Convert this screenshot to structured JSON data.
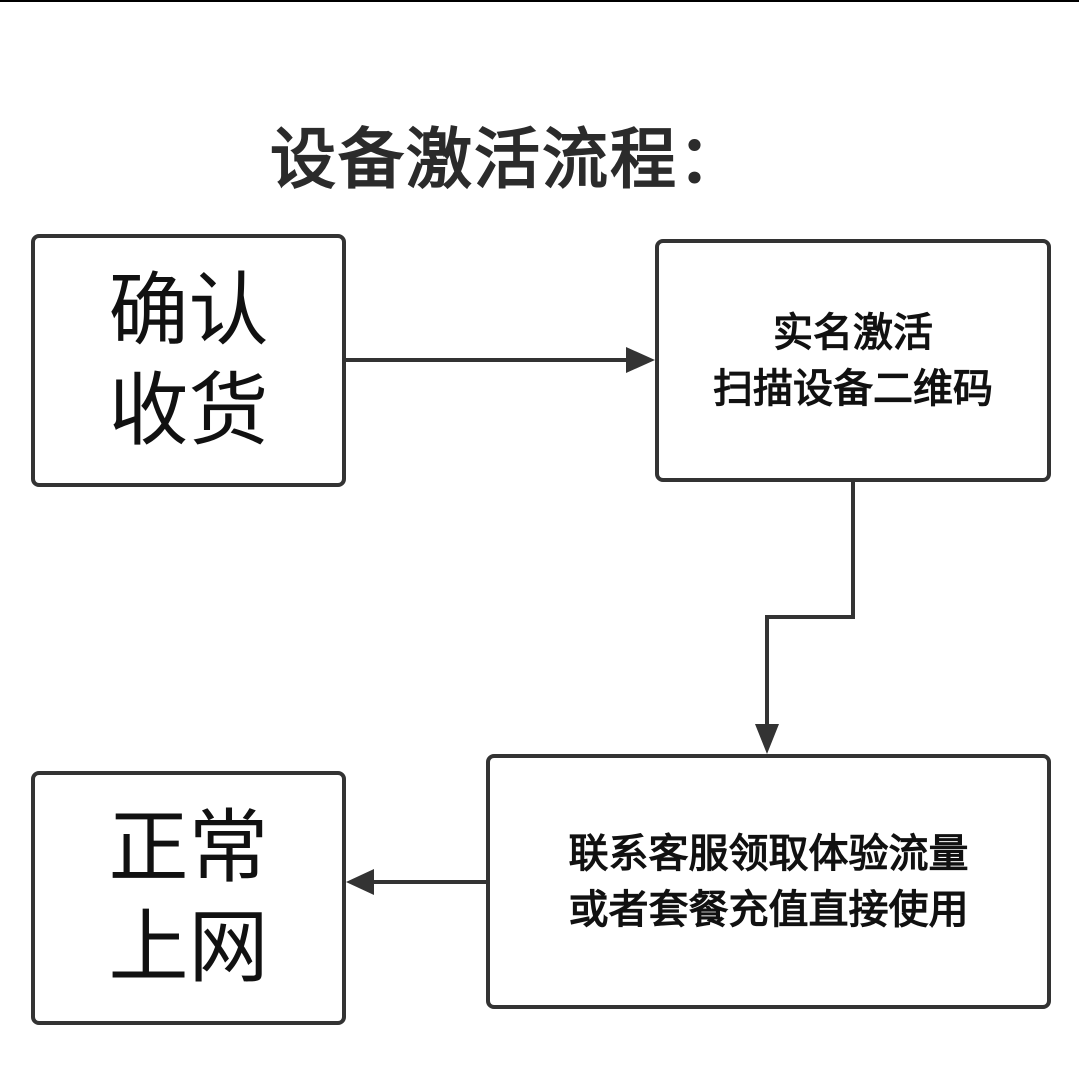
{
  "title": "设备激活流程：",
  "steps": [
    {
      "id": "confirm-receipt",
      "lines": [
        "确认",
        "收货"
      ]
    },
    {
      "id": "real-name-activation",
      "lines": [
        "实名激活",
        "扫描设备二维码"
      ]
    },
    {
      "id": "contact-service",
      "lines": [
        "联系客服领取体验流量",
        "或者套餐充值直接使用"
      ]
    },
    {
      "id": "normal-internet",
      "lines": [
        "正常",
        "上网"
      ]
    }
  ],
  "colors": {
    "stroke": "#333333",
    "text": "#111111",
    "title": "#2b2b2b"
  }
}
